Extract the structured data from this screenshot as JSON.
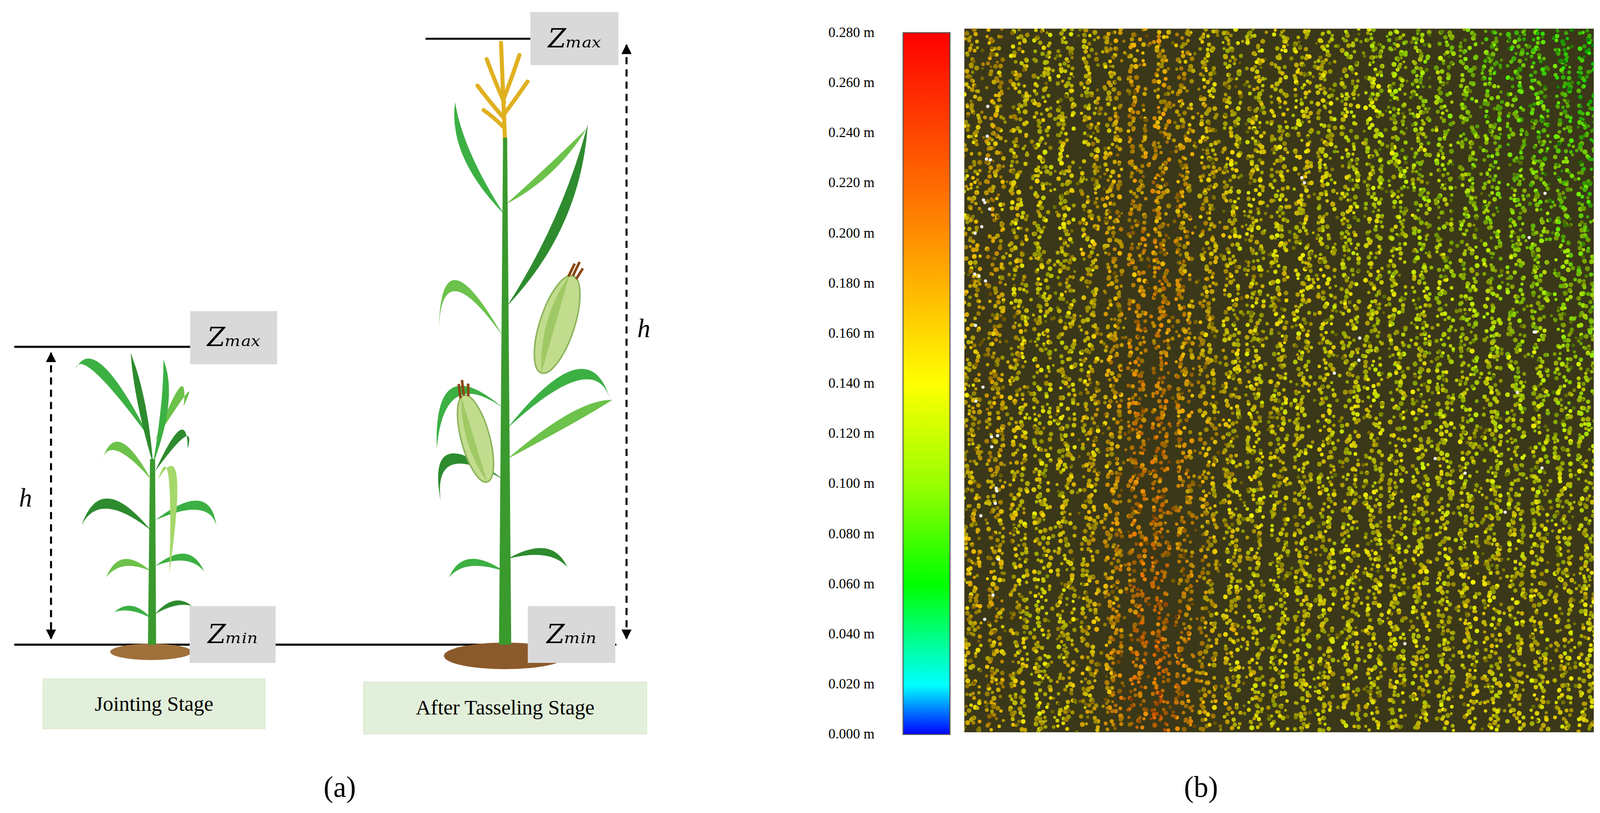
{
  "diagram": {
    "nodes": [
      {
        "text": [
          "Zₘₐₓ"
        ]
      },
      {
        "text": [
          "Zₘᵢₙ"
        ]
      },
      {
        "text": [
          "Jointing Stage"
        ]
      },
      {
        "text": [
          "Zₘₐₓ"
        ]
      },
      {
        "text": [
          "Zₘᵢₙ"
        ]
      },
      {
        "text": [
          "After Tasseling Stage"
        ]
      }
    ],
    "labels": [
      "h",
      "h",
      "0.280 m",
      "0.260 m",
      "0.240 m",
      "0.220 m",
      "0.200 m",
      "0.180 m",
      "0.160 m",
      "0.140 m",
      "0.120 m",
      "0.100 m",
      "0.080 m",
      "0.060 m",
      "0.040 m",
      "0.020 m",
      "0.000 m",
      "(a)",
      "(b)"
    ]
  }
}
